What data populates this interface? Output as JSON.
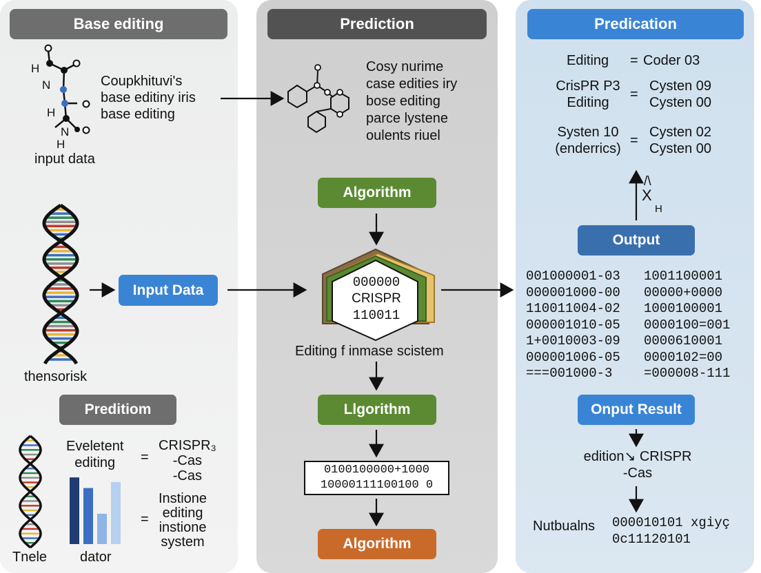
{
  "left": {
    "header": "Base editing",
    "molecule_text": [
      "Coupkhituvi's",
      "base editiny iris",
      "base editing"
    ],
    "atom_labels": [
      "H",
      "N",
      "H",
      "N",
      "H"
    ],
    "input_data_caption": "input data",
    "input_data_button": "Input Data",
    "dna_caption": "thensorisk",
    "prediction_pill": "Preditiom",
    "eq1_left": [
      "Eveletent",
      "editing"
    ],
    "eq1_sign": "=",
    "eq1_right": [
      "CRISPR₃",
      "-Cas",
      "-Cas"
    ],
    "eq2_sign": "=",
    "eq2_right": [
      "Instione",
      "editing",
      "instione",
      "system"
    ],
    "small_dna_caption": "Tnele",
    "bars_caption": "dator",
    "bar_values": [
      0.88,
      0.74,
      0.4,
      0.82
    ],
    "bar_colors": [
      "#1f3c73",
      "#3a6fc4",
      "#8fb4e6",
      "#b7d0f0"
    ]
  },
  "middle": {
    "header": "Prediction",
    "chem_text": [
      "Cosy nurime",
      "case edities iry",
      "bose editing",
      "parce lystene",
      "oulents riuel"
    ],
    "algo1": "Algorithm",
    "hex_lines": [
      "000000",
      "CRISPR",
      "110011"
    ],
    "hex_caption": "Editing f inmase scistem",
    "algo2": "Llgorithm",
    "binary_lines": [
      "0100100000+1000",
      "10000111100100 0"
    ],
    "algo3": "Algorithm"
  },
  "right": {
    "header": "Predication",
    "eq_rows": [
      {
        "left": [
          "Editing"
        ],
        "sign": "=",
        "right": [
          "Coder 03"
        ]
      },
      {
        "left": [
          "CrisPR P3",
          "Editing"
        ],
        "sign": "=",
        "right": [
          "Cysten 09",
          "Cysten 00"
        ]
      },
      {
        "left": [
          "Systen 10",
          "(enderrics)"
        ],
        "sign": "=",
        "right": [
          "Cysten 02",
          "Cysten 00"
        ]
      }
    ],
    "glyph_top": "/\\",
    "glyph_x": "X",
    "glyph_h": "H",
    "output_pill": "Output",
    "binary_col1": [
      "001000001-03",
      "000001000-00",
      "110011004-02",
      "000001010-05",
      "1+0010003-09",
      "000001006-05",
      "===001000-3"
    ],
    "binary_col2": [
      "1001100001",
      "00000+0000",
      "1000100001",
      "0000100=001",
      "0000610001",
      "0000102=00",
      "=000008-111"
    ],
    "result_pill": "Onput Result",
    "edition_text": [
      "edition↘ CRISPR",
      "-Cas"
    ],
    "nutbuals_label": "Nutbualns",
    "nutbuals_value": [
      "000010101 xgiyç",
      "0c11120101"
    ]
  }
}
